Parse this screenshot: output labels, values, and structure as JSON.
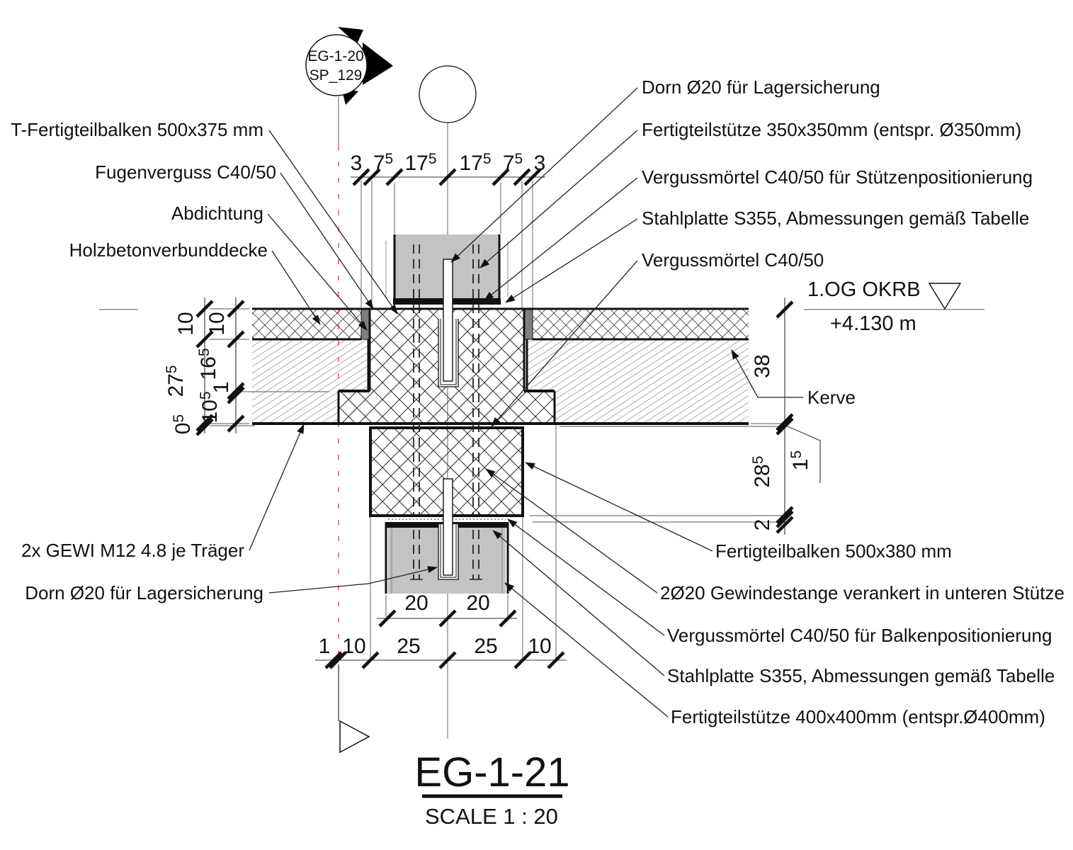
{
  "marker_circle": {
    "line1": "EG-1-20",
    "line2": "SP_129"
  },
  "labels_left_top": [
    {
      "text": "T-Fertigteilbalken 500x375 mm"
    },
    {
      "text": "Fugenverguss C40/50"
    },
    {
      "text": "Abdichtung"
    },
    {
      "text": "Holzbetonverbunddecke"
    }
  ],
  "labels_right_top": [
    {
      "text": "Dorn Ø20 für Lagersicherung"
    },
    {
      "text": "Fertigteilstütze 350x350mm (entspr. Ø350mm)"
    },
    {
      "text": "Vergussmörtel C40/50 für Stützenpositionierung"
    },
    {
      "text": "Stahlplatte S355, Abmessungen gemäß Tabelle"
    },
    {
      "text": "Vergussmörtel C40/50"
    }
  ],
  "labels_left_bottom": [
    {
      "text": "2x GEWI M12 4.8 je Träger"
    },
    {
      "text": "Dorn Ø20 für Lagersicherung"
    }
  ],
  "labels_right_bottom": [
    {
      "text": "Fertigteilbalken 500x380 mm"
    },
    {
      "text": "2Ø20 Gewindestange verankert in unteren Stütze"
    },
    {
      "text": "Vergussmörtel C40/50 für Balkenpositionierung"
    },
    {
      "text": "Stahlplatte S355, Abmessungen gemäß Tabelle"
    },
    {
      "text": "Fertigteilstütze 400x400mm (entspr.Ø400mm)"
    }
  ],
  "label_kerve": "Kerve",
  "level": {
    "name": "1.OG OKRB",
    "value": "+4.130 m"
  },
  "dims_top": [
    {
      "main": "3",
      "sup": ""
    },
    {
      "main": "7",
      "sup": "5"
    },
    {
      "main": "17",
      "sup": "5"
    },
    {
      "main": "17",
      "sup": "5"
    },
    {
      "main": "7",
      "sup": "5"
    },
    {
      "main": "3",
      "sup": ""
    }
  ],
  "dims_left_outer": [
    {
      "main": "10",
      "sup": ""
    },
    {
      "main": "27",
      "sup": "5"
    },
    {
      "main": "0",
      "sup": "5"
    }
  ],
  "dims_left_inner": [
    {
      "main": "10",
      "sup": ""
    },
    {
      "main": "16",
      "sup": "5"
    },
    {
      "main": "1",
      "sup": ""
    },
    {
      "main": "10",
      "sup": "5"
    }
  ],
  "dims_right": [
    {
      "main": "38",
      "sup": ""
    },
    {
      "main": "1",
      "sup": "5"
    },
    {
      "main": "28",
      "sup": "5"
    },
    {
      "main": "2",
      "sup": ""
    }
  ],
  "dims_bottom_upper": [
    {
      "main": "20",
      "sup": ""
    },
    {
      "main": "20",
      "sup": ""
    }
  ],
  "dims_bottom_lower": [
    {
      "main": "1",
      "sup": ""
    },
    {
      "main": "10",
      "sup": ""
    },
    {
      "main": "25",
      "sup": ""
    },
    {
      "main": "25",
      "sup": ""
    },
    {
      "main": "10",
      "sup": ""
    }
  ],
  "title": {
    "name": "EG-1-21",
    "scale": "SCALE 1 : 20"
  },
  "colors": {
    "column_gray": "#c3c3c3",
    "seal_gray": "#7f7f7f",
    "grid_red": "#e57373",
    "line_black": "#111111"
  }
}
